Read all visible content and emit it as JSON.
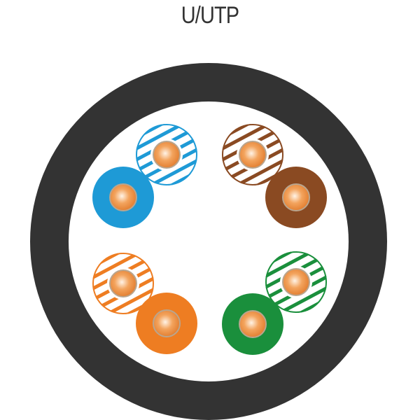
{
  "title": "U/UTP",
  "colors": {
    "jacket": "#333333",
    "filler": "#ffffff",
    "copper": "#e8822e",
    "blue": "#1e9ad6",
    "brown": "#8a4a22",
    "orange": "#ee7d22",
    "green": "#1a8f3c"
  },
  "pairs": [
    {
      "name": "blue",
      "striped_icon": "blue-white-conductor",
      "solid_icon": "blue-conductor"
    },
    {
      "name": "brown",
      "striped_icon": "brown-white-conductor",
      "solid_icon": "brown-conductor"
    },
    {
      "name": "orange",
      "striped_icon": "orange-white-conductor",
      "solid_icon": "orange-conductor"
    },
    {
      "name": "green",
      "striped_icon": "green-white-conductor",
      "solid_icon": "green-conductor"
    }
  ]
}
